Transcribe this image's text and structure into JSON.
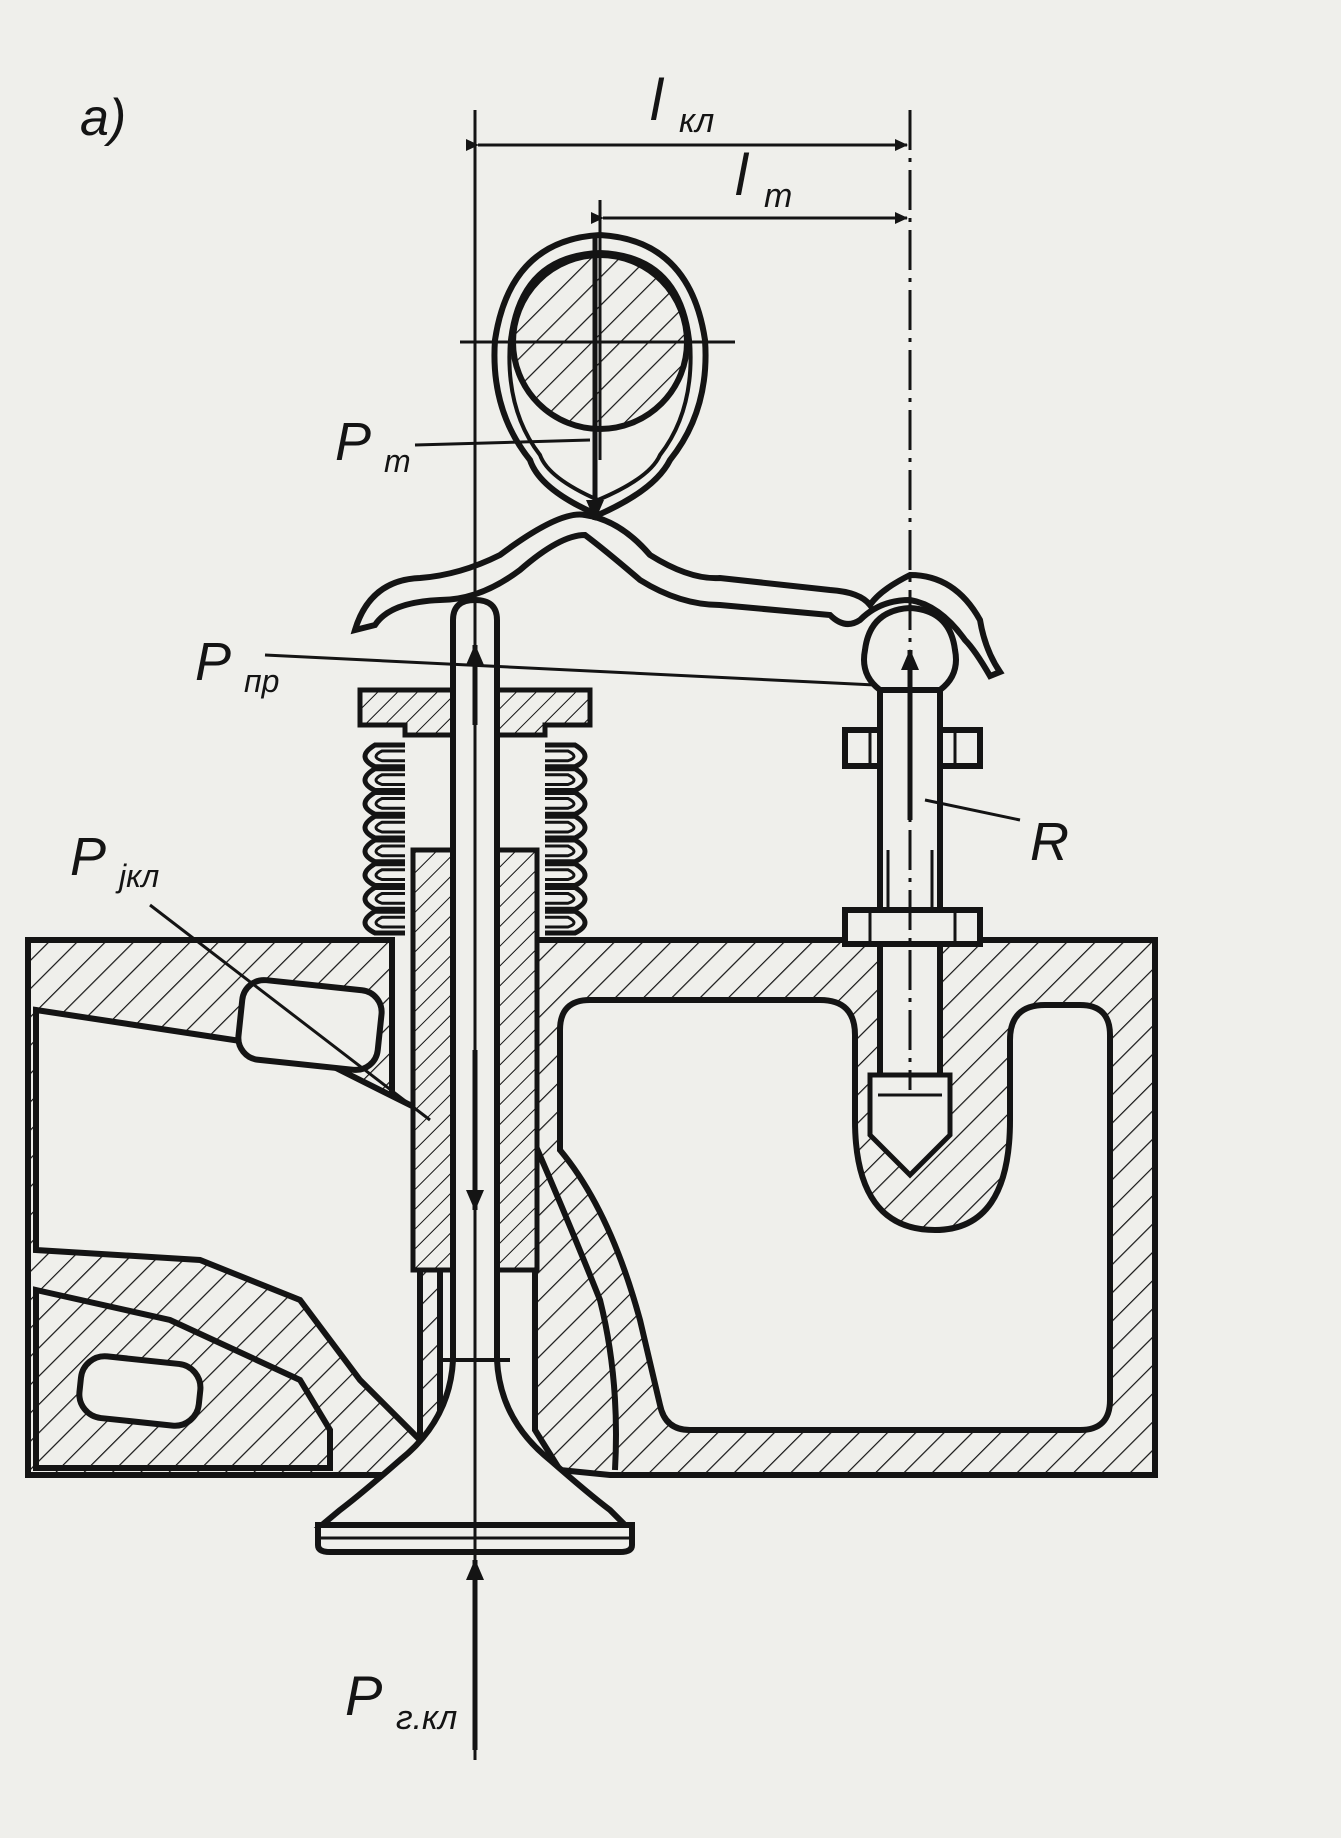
{
  "figure": {
    "panel_label": "a)",
    "ink_color": "#141414",
    "paper_color": "#efefeb"
  },
  "labels": {
    "l_kl": {
      "main": "l",
      "sub": "кл"
    },
    "l_t": {
      "main": "l",
      "sub": "т"
    },
    "P_t": {
      "main": "P",
      "sub": "т"
    },
    "P_pr": {
      "main": "P",
      "sub": "пр"
    },
    "P_jkl": {
      "main": "P",
      "sub": "jкл"
    },
    "R": {
      "main": "R",
      "sub": ""
    },
    "P_gkl": {
      "main": "P",
      "sub": "г.кл"
    }
  }
}
